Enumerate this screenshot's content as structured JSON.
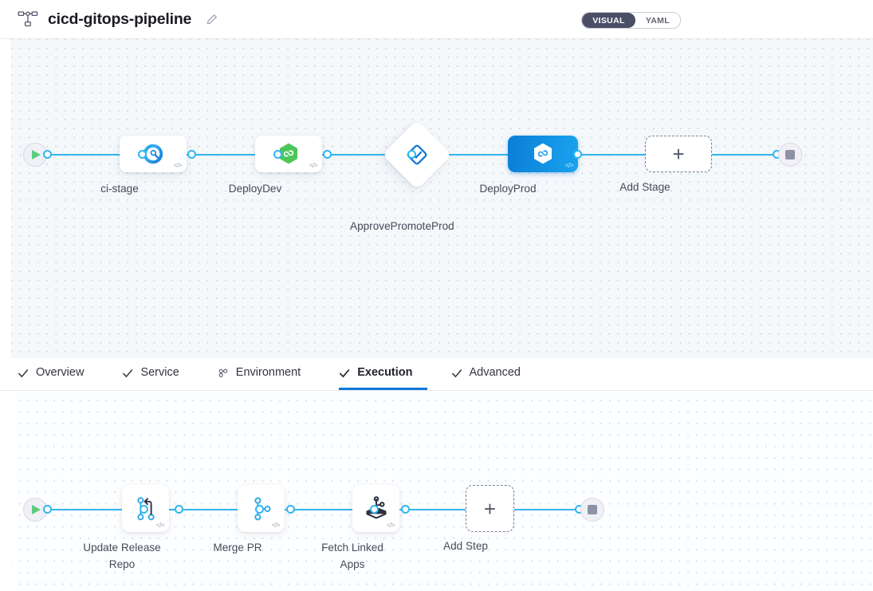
{
  "header": {
    "pipeline_icon": "pipeline-nodes-icon",
    "title": "cicd-gitops-pipeline",
    "edit_icon": "pencil-edit-icon",
    "view_toggle": {
      "options": [
        "VISUAL",
        "YAML"
      ],
      "selected": "VISUAL"
    }
  },
  "stage_canvas": {
    "start_node": {
      "name": "start-node",
      "icon": "play-icon"
    },
    "end_node": {
      "name": "end-node",
      "icon": "stop-icon"
    },
    "stages": [
      {
        "label": "ci-stage",
        "icon": "ci-build-icon",
        "type": "box",
        "selected": false,
        "code_badge": "</>"
      },
      {
        "label": "DeployDev",
        "icon": "cd-hexagon-icon",
        "type": "box",
        "selected": false,
        "code_badge": "</>"
      },
      {
        "label": "ApprovePromoteProd",
        "icon": "approval-check-icon",
        "type": "diamond",
        "selected": false,
        "code_badge": ""
      },
      {
        "label": "DeployProd",
        "icon": "cd-hexagon-icon",
        "type": "box",
        "selected": true,
        "code_badge": "</>"
      }
    ],
    "add_stage": {
      "label": "Add Stage",
      "icon": "plus-icon"
    }
  },
  "tabs": [
    {
      "label": "Overview",
      "icon": "check-icon",
      "active": false
    },
    {
      "label": "Service",
      "icon": "check-icon",
      "active": false
    },
    {
      "label": "Environment",
      "icon": "infrastructure-icon",
      "active": false
    },
    {
      "label": "Execution",
      "icon": "check-icon",
      "active": true
    },
    {
      "label": "Advanced",
      "icon": "check-icon",
      "active": false
    }
  ],
  "step_canvas": {
    "start_node": {
      "name": "start-node",
      "icon": "play-icon"
    },
    "end_node": {
      "name": "end-node",
      "icon": "stop-icon"
    },
    "steps": [
      {
        "label": "Update Release Repo",
        "icon": "git-merge-icon",
        "code_badge": "</>"
      },
      {
        "label": "Merge PR",
        "icon": "git-branch-icon",
        "code_badge": "</>"
      },
      {
        "label": "Fetch Linked Apps",
        "icon": "gitops-apps-icon",
        "code_badge": "</>"
      }
    ],
    "add_step": {
      "label": "Add Step",
      "icon": "plus-icon"
    }
  },
  "colors": {
    "accent_blue": "#31b5f0",
    "selected_node": "#0b7ed6",
    "active_tab": "#0b7ad6",
    "start_green": "#5ccd7f",
    "canvas_bg": "#f4f8fb"
  }
}
